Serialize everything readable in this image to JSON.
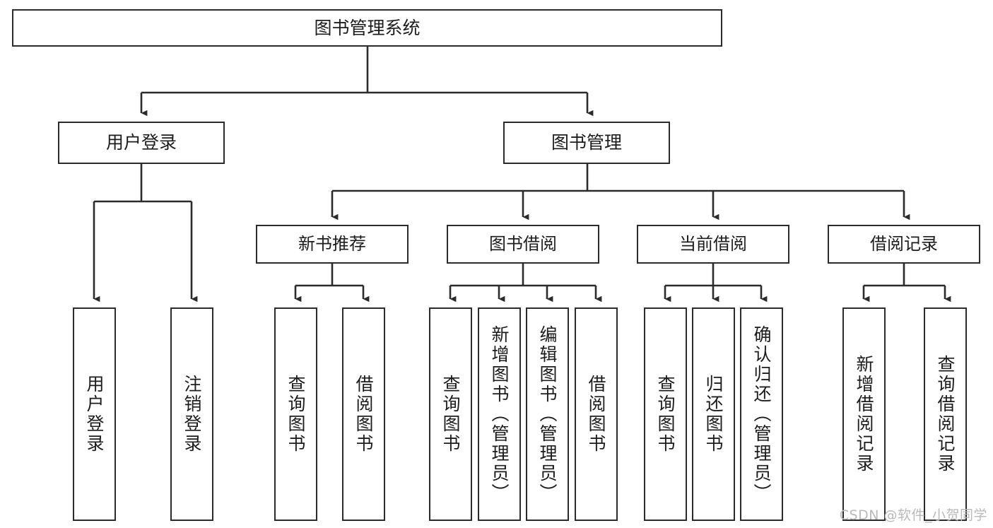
{
  "diagram": {
    "title": "图书管理系统",
    "type": "tree-hierarchy-chart",
    "colors": {
      "background": "#ffffff",
      "box_border": "#2b2b2b",
      "box_fill": "#ffffff",
      "text": "#1c1c1c",
      "edge": "#2b2b2b",
      "watermark": "#b9b9b9"
    },
    "root": {
      "label": "图书管理系统"
    },
    "tier2": [
      {
        "label": "用户登录"
      },
      {
        "label": "图书管理"
      }
    ],
    "tier3": [
      {
        "label": "新书推荐"
      },
      {
        "label": "图书借阅"
      },
      {
        "label": "当前借阅"
      },
      {
        "label": "借阅记录"
      }
    ],
    "leaves": {
      "user_login": [
        {
          "label": "用户登录"
        },
        {
          "label": "注销登录"
        }
      ],
      "new_book_recommend": [
        {
          "label": "查询图书"
        },
        {
          "label": "借阅图书"
        }
      ],
      "book_borrow": [
        {
          "label": "查询图书"
        },
        {
          "label": "新增图书（管理员）"
        },
        {
          "label": "编辑图书（管理员）"
        },
        {
          "label": "借阅图书"
        }
      ],
      "current_borrow": [
        {
          "label": "查询图书"
        },
        {
          "label": "归还图书"
        },
        {
          "label": "确认归还（管理员）"
        }
      ],
      "borrow_record": [
        {
          "label": "新增借阅记录"
        },
        {
          "label": "查询借阅记录"
        }
      ]
    }
  },
  "watermark": {
    "text": "CSDN @软件_小贺同学"
  }
}
